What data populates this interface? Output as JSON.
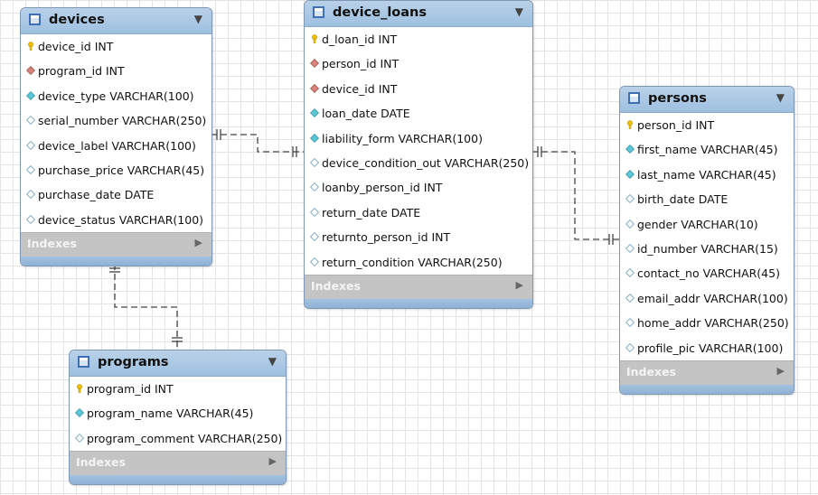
{
  "tables": {
    "devices": {
      "name": "devices",
      "indexes_label": "Indexes",
      "columns": [
        {
          "text": "device_id INT",
          "icon": "primary-key-icon"
        },
        {
          "text": "program_id INT",
          "icon": "foreign-key-icon"
        },
        {
          "text": "device_type VARCHAR(100)",
          "icon": "not-null-column-icon"
        },
        {
          "text": "serial_number VARCHAR(250)",
          "icon": "nullable-column-icon"
        },
        {
          "text": "device_label VARCHAR(100)",
          "icon": "nullable-column-icon"
        },
        {
          "text": "purchase_price VARCHAR(45)",
          "icon": "nullable-column-icon"
        },
        {
          "text": "purchase_date DATE",
          "icon": "nullable-column-icon"
        },
        {
          "text": "device_status VARCHAR(100)",
          "icon": "nullable-column-icon"
        }
      ]
    },
    "device_loans": {
      "name": "device_loans",
      "indexes_label": "Indexes",
      "columns": [
        {
          "text": "d_loan_id INT",
          "icon": "primary-key-icon"
        },
        {
          "text": "person_id INT",
          "icon": "foreign-key-icon"
        },
        {
          "text": "device_id INT",
          "icon": "foreign-key-icon"
        },
        {
          "text": "loan_date DATE",
          "icon": "not-null-column-icon"
        },
        {
          "text": "liability_form VARCHAR(100)",
          "icon": "not-null-column-icon"
        },
        {
          "text": "device_condition_out VARCHAR(250)",
          "icon": "nullable-column-icon"
        },
        {
          "text": "loanby_person_id INT",
          "icon": "nullable-column-icon"
        },
        {
          "text": "return_date DATE",
          "icon": "nullable-column-icon"
        },
        {
          "text": "returnto_person_id INT",
          "icon": "nullable-column-icon"
        },
        {
          "text": "return_condition VARCHAR(250)",
          "icon": "nullable-column-icon"
        }
      ]
    },
    "persons": {
      "name": "persons",
      "indexes_label": "Indexes",
      "columns": [
        {
          "text": "person_id INT",
          "icon": "primary-key-icon"
        },
        {
          "text": "first_name VARCHAR(45)",
          "icon": "not-null-column-icon"
        },
        {
          "text": "last_name VARCHAR(45)",
          "icon": "not-null-column-icon"
        },
        {
          "text": "birth_date DATE",
          "icon": "nullable-column-icon"
        },
        {
          "text": "gender VARCHAR(10)",
          "icon": "nullable-column-icon"
        },
        {
          "text": "id_number VARCHAR(15)",
          "icon": "nullable-column-icon"
        },
        {
          "text": "contact_no VARCHAR(45)",
          "icon": "nullable-column-icon"
        },
        {
          "text": "email_addr VARCHAR(100)",
          "icon": "nullable-column-icon"
        },
        {
          "text": "home_addr VARCHAR(250)",
          "icon": "nullable-column-icon"
        },
        {
          "text": "profile_pic VARCHAR(100)",
          "icon": "nullable-column-icon"
        }
      ]
    },
    "programs": {
      "name": "programs",
      "indexes_label": "Indexes",
      "columns": [
        {
          "text": "program_id INT",
          "icon": "primary-key-icon"
        },
        {
          "text": "program_name VARCHAR(45)",
          "icon": "not-null-column-icon"
        },
        {
          "text": "program_comment VARCHAR(250)",
          "icon": "nullable-column-icon"
        }
      ]
    }
  },
  "colors": {
    "header": "#9ec0e0",
    "key": "#f2c200",
    "foreign_key": "#d9837d",
    "not_null": "#5cc6d6",
    "nullable": "#ffffff",
    "indexes_bar": "#c4c4c4",
    "relationship_line": "#404040"
  }
}
